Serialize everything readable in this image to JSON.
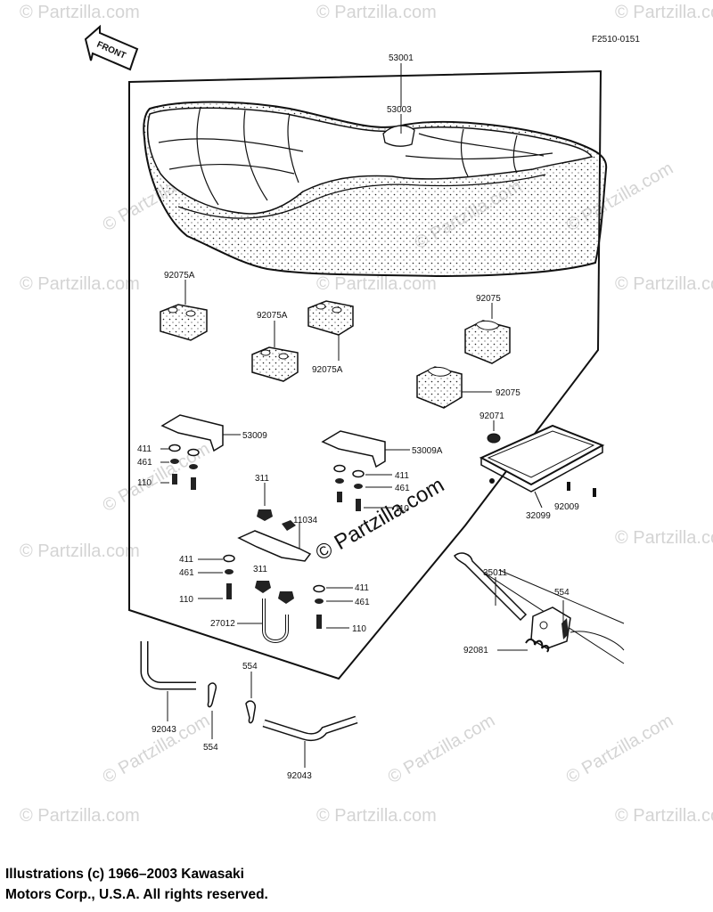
{
  "figure_code": "F2510-0151",
  "front_label": "FRONT",
  "watermark_text": "© Partzilla.com",
  "copyright": {
    "line1": "Illustrations (c) 1966–2003 Kawasaki",
    "line2": "Motors Corp., U.S.A.  All rights reserved."
  },
  "labels": {
    "p53001": "53001",
    "p53003": "53003",
    "p92075A_1": "92075A",
    "p92075A_2": "92075A",
    "p92075A_3": "92075A",
    "p92075_1": "92075",
    "p92075_2": "92075",
    "p92071": "92071",
    "p53009": "53009",
    "p53009A": "53009A",
    "p411_1": "411",
    "p461_1": "461",
    "p110_1": "110",
    "p311_1": "311",
    "p11034": "11034",
    "p411_2": "411",
    "p461_2": "461",
    "p110_2": "110",
    "p32099": "32099",
    "p92009": "92009",
    "p411_3": "411",
    "p461_3": "461",
    "p311_2": "311",
    "p110_3": "110",
    "p411_4": "411",
    "p461_4": "461",
    "p110_4": "110",
    "p27012": "27012",
    "p35011": "35011",
    "p554_1": "554",
    "p92081": "92081",
    "p554_2": "554",
    "p554_3": "554",
    "p92043_1": "92043",
    "p92043_2": "92043"
  }
}
